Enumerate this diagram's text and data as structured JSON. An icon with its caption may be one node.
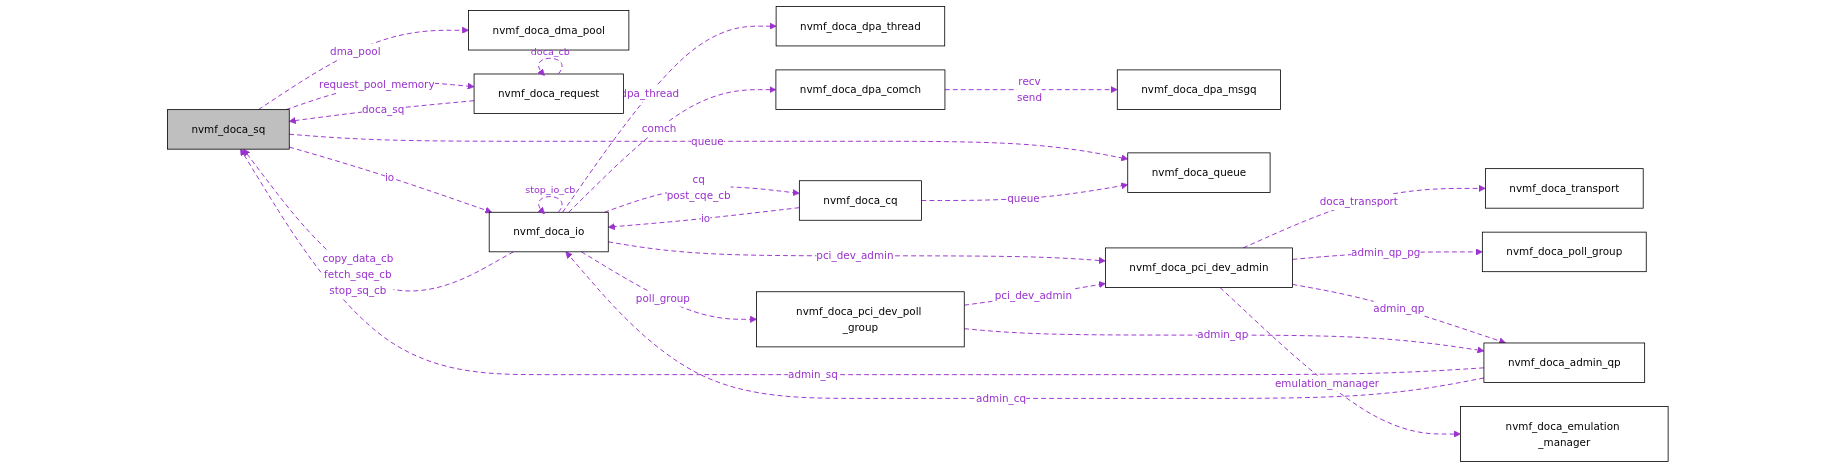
{
  "diagram": {
    "nodes": [
      {
        "text": [
          "nvmf_doca_dma_pool"
        ]
      },
      {
        "text": [
          "nvmf_doca_sq"
        ]
      },
      {
        "text": [
          "nvmf_doca_request"
        ]
      },
      {
        "text": [
          "nvmf_doca_dpa_msgq"
        ]
      },
      {
        "text": [
          "nvmf_doca_queue"
        ]
      },
      {
        "text": [
          "nvmf_doca_dpa_thread"
        ]
      },
      {
        "text": [
          "nvmf_doca_dpa_comch"
        ]
      },
      {
        "text": [
          "nvmf_doca_io"
        ]
      },
      {
        "text": [
          "nvmf_doca_transport"
        ]
      },
      {
        "text": [
          "nvmf_doca_poll_group"
        ]
      },
      {
        "text": [
          "nvmf_doca_admin_qp"
        ]
      },
      {
        "text": [
          "nvmf_doca_emulation _manager"
        ]
      },
      {
        "text": [
          "nvmf_doca_cq"
        ]
      },
      {
        "text": [
          "nvmf_doca_pci_dev_admin"
        ]
      },
      {
        "text": [
          "nvmf_doca_pci_dev_poll _group"
        ]
      }
    ],
    "edges": [
      {
        "from": 1,
        "to": 2,
        "arrow": "to",
        "label": "request_pool_memory",
        "style": "dashed"
      },
      {
        "from": 2,
        "to": 1,
        "arrow": "to",
        "label": "doca_sq",
        "style": "dashed"
      },
      {
        "from": 1,
        "to": 0,
        "arrow": "to",
        "label": "dma_pool",
        "style": "dashed"
      },
      {
        "from": 1,
        "to": 7,
        "arrow": "to",
        "label": "io",
        "style": "dashed"
      },
      {
        "from": 10,
        "to": 1,
        "arrow": "to",
        "label": "admin_sq",
        "style": "dashed"
      },
      {
        "from": 7,
        "to": 1,
        "arrow": "to",
        "label": "copy_data_cb fetch_sqe_cb stop_sq_cb",
        "style": "dashed"
      },
      {
        "from": 7,
        "to": 14,
        "arrow": "to",
        "label": "poll_group",
        "style": "dashed"
      },
      {
        "from": 1,
        "to": 4,
        "arrow": "to",
        "label": "queue",
        "style": "dashed"
      },
      {
        "from": 7,
        "to": 5,
        "arrow": "to",
        "label": "dpa_thread",
        "style": "dashed"
      },
      {
        "from": 7,
        "to": 6,
        "arrow": "to",
        "label": "comch",
        "style": "dashed"
      },
      {
        "from": 6,
        "to": 3,
        "arrow": "to",
        "label": "recv send",
        "style": "dashed"
      },
      {
        "from": 10,
        "to": 7,
        "arrow": "to",
        "label": "admin_cq",
        "style": "dashed"
      },
      {
        "from": 7,
        "to": 13,
        "arrow": "to",
        "label": "pci_dev_admin",
        "style": "dashed"
      },
      {
        "from": 13,
        "to": 8,
        "arrow": "to",
        "label": "doca_transport",
        "style": "dashed"
      },
      {
        "from": 13,
        "to": 9,
        "arrow": "to",
        "label": "admin_qp_pg",
        "style": "dashed"
      },
      {
        "from": 13,
        "to": 10,
        "arrow": "to",
        "label": "admin_qp",
        "style": "dashed"
      },
      {
        "from": 14,
        "to": 13,
        "arrow": "to",
        "label": "pci_dev_admin",
        "style": "dashed"
      },
      {
        "from": 14,
        "to": 10,
        "arrow": "to",
        "label": "admin_qp",
        "style": "dashed"
      },
      {
        "from": 13,
        "to": 11,
        "arrow": "to",
        "label": "emulation_manager",
        "style": "dashed"
      },
      {
        "from": 7,
        "to": 12,
        "arrow": "to",
        "label": "cq post_cqe_cb",
        "style": "dashed"
      },
      {
        "from": 12,
        "to": 7,
        "arrow": "to",
        "label": "io",
        "style": "dashed"
      },
      {
        "from": 12,
        "to": 4,
        "arrow": "to",
        "label": "queue",
        "style": "dashed"
      },
      {
        "from": 2,
        "to": 2,
        "arrow": "to",
        "label": "doca_cb",
        "style": "dashed"
      },
      {
        "from": 7,
        "to": 7,
        "arrow": "to",
        "label": "stop_io_cb",
        "style": "dashed"
      }
    ]
  }
}
